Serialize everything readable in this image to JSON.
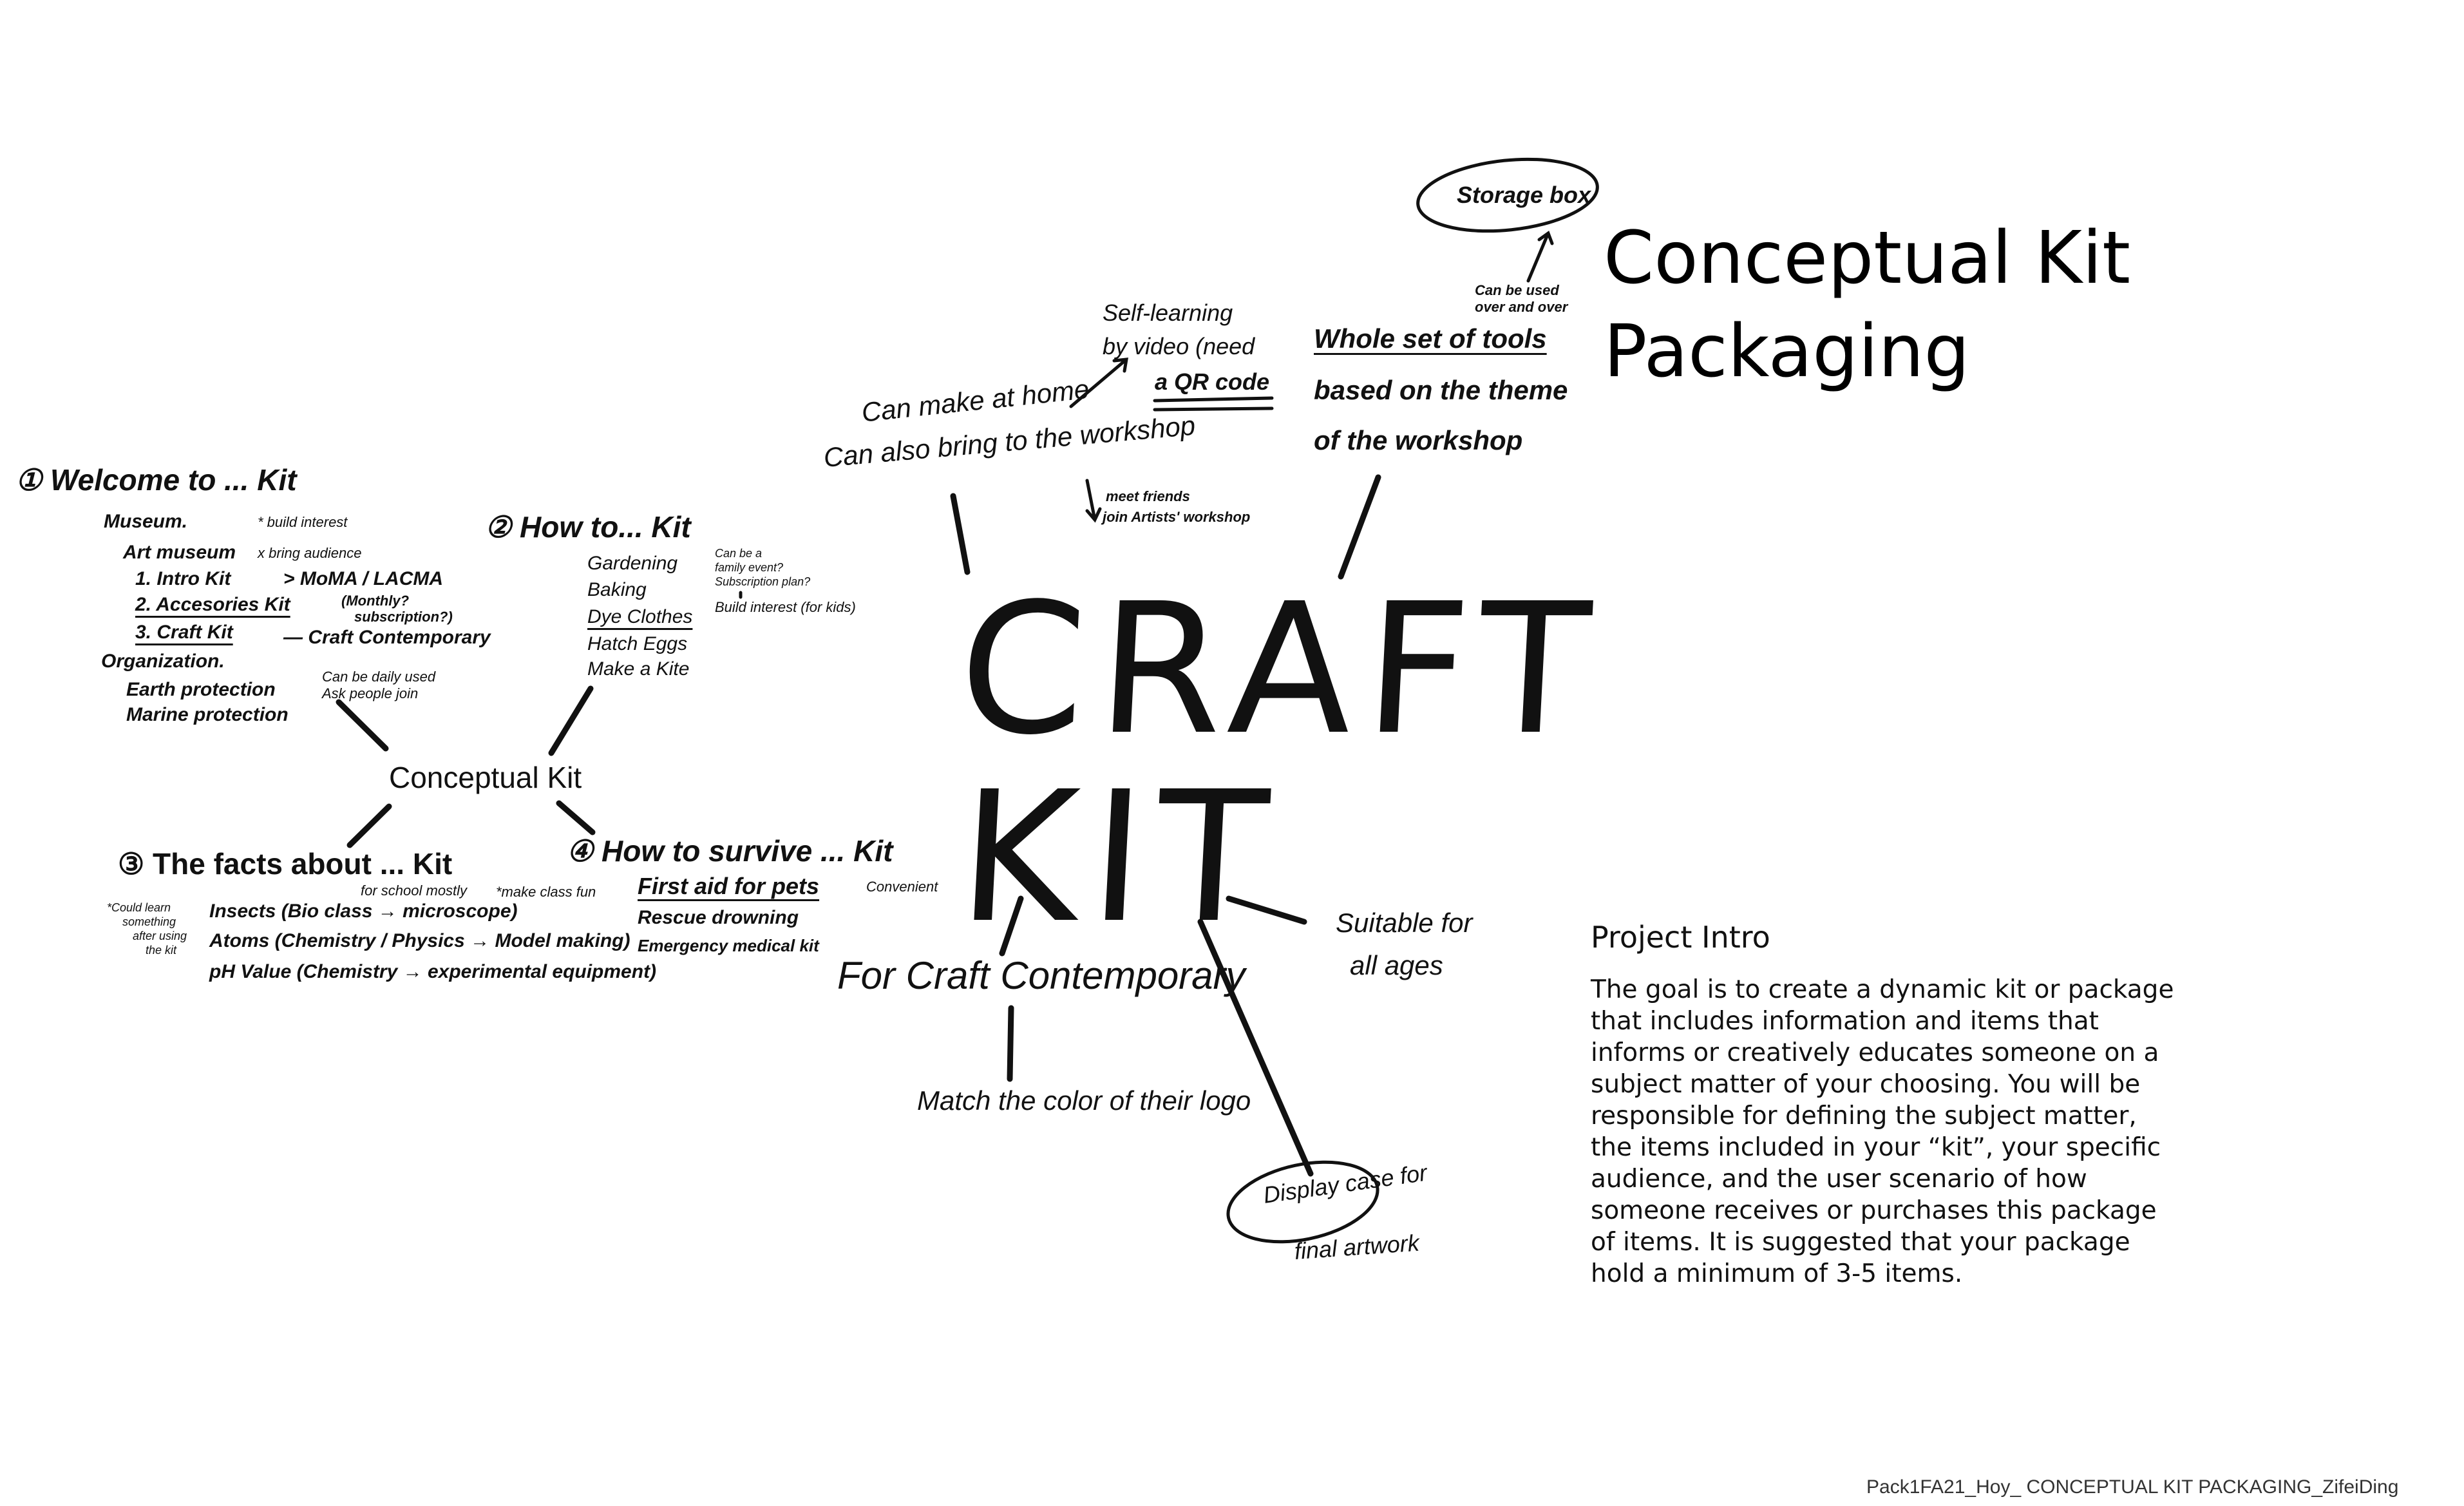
{
  "title": {
    "line1": "Conceptual Kit",
    "line2": "Packaging"
  },
  "center": {
    "line1": "CRAFT",
    "line2": "KIT"
  },
  "top_branch": {
    "storage_box": "Storage box",
    "can_be_used": "Can be used",
    "over_and_over": "over and over",
    "whole_set": "Whole set of tools",
    "based_on": "based on the theme",
    "of_workshop": "of the workshop",
    "self_learning": "Self-learning",
    "by_video": "by video (need",
    "qr_code": "a QR code",
    "make_at_home": "Can make at home",
    "bring_to": "Can also bring to the workshop",
    "meet_friends": "meet friends",
    "join_workshop": "join Artists' workshop"
  },
  "bottom_branch": {
    "for_craft": "For Craft Contemporary",
    "match_color": "Match the color of their logo",
    "suitable": "Suitable for",
    "all_ages": "all ages",
    "display_case": "Display case for",
    "final_artwork": "final artwork"
  },
  "conceptual": {
    "center": "Conceptual Kit",
    "kit1": {
      "heading": "① Welcome to ... Kit",
      "items": [
        "Museum.",
        "Art museum",
        "1. Intro Kit",
        "2. Accesories Kit",
        "3. Craft Kit",
        "Organization.",
        "Earth protection",
        "Marine protection"
      ],
      "notes": [
        "* build interest",
        "x bring audience",
        "> MoMA / LACMA",
        "(Monthly?",
        "subscription?)",
        "— Craft Contemporary",
        "Can be daily used",
        "Ask people join"
      ]
    },
    "kit2": {
      "heading": "② How to... Kit",
      "items": [
        "Gardening",
        "Baking",
        "Dye Clothes",
        "Hatch Eggs",
        "Make a Kite"
      ],
      "notes": [
        "Can be a",
        "family event?",
        "Subscription plan?",
        "Build interest (for kids)"
      ]
    },
    "kit3": {
      "heading": "③ The facts about ... Kit",
      "items": [
        "Insects (Bio class → microscope)",
        "Atoms (Chemistry / Physics → Model making)",
        "pH Value (Chemistry → experimental equipment)"
      ],
      "notes": [
        "for school mostly",
        "*make class fun",
        "*Could learn",
        "something",
        "after using",
        "the kit"
      ]
    },
    "kit4": {
      "heading": "④ How to survive ... Kit",
      "items": [
        "First aid for pets",
        "Rescue drowning",
        "Emergency medical kit"
      ],
      "notes": [
        "Convenient"
      ]
    }
  },
  "intro": {
    "heading": "Project Intro",
    "body": "The goal is to create a dynamic kit or package that includes information and items that informs or creatively educates someone on a subject matter of your choosing. You will be responsible for defining the subject matter, the items included in your “kit”, your specific audience, and the user scenario of how someone receives or purchases this package of items. It is suggested that your package hold a minimum of 3-5 items."
  },
  "footer": "Pack1FA21_Hoy_ CONCEPTUAL KIT PACKAGING_ZifeiDing"
}
